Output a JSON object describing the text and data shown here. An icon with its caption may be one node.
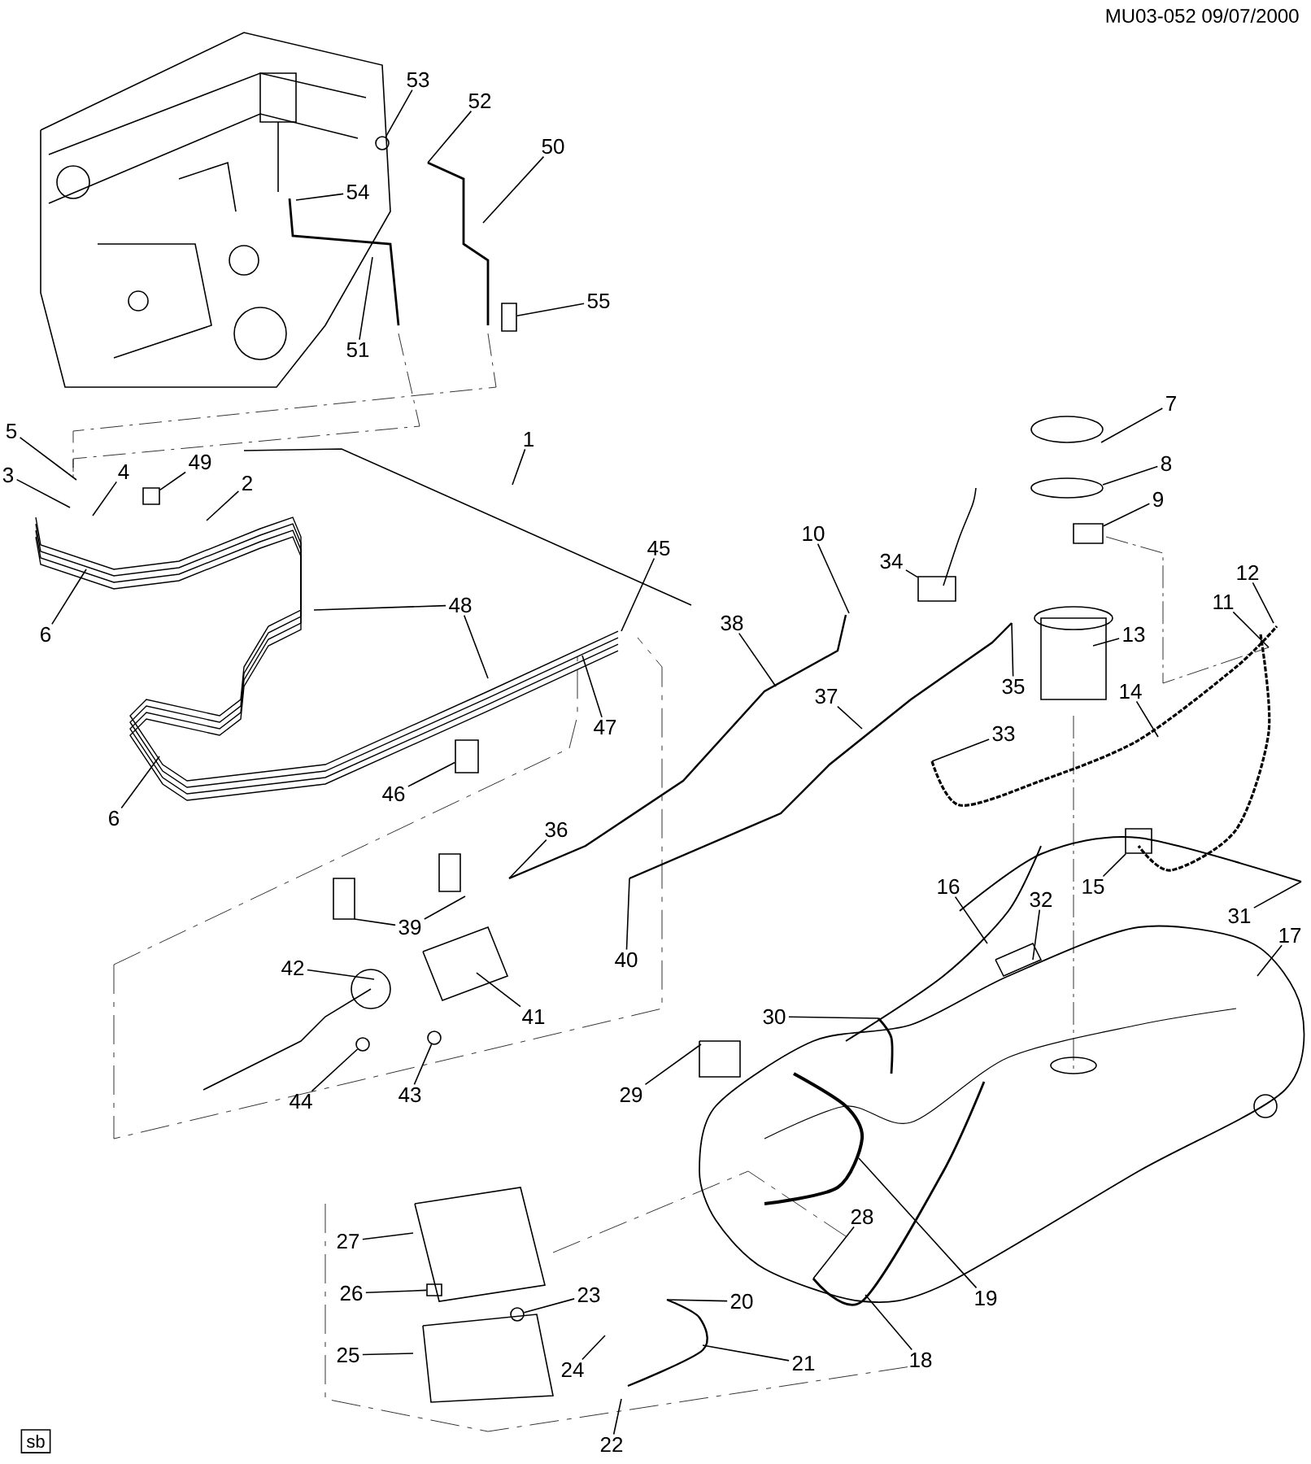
{
  "diagram": {
    "nodes": [
      {
        "text": [
          "53"
        ]
      },
      {
        "text": [
          "52"
        ]
      },
      {
        "text": [
          "50"
        ]
      },
      {
        "text": [
          "54"
        ]
      },
      {
        "text": [
          "55"
        ]
      },
      {
        "text": [
          "51"
        ]
      },
      {
        "text": [
          "7"
        ]
      },
      {
        "text": [
          "5"
        ]
      },
      {
        "text": [
          "1"
        ]
      },
      {
        "text": [
          "8"
        ]
      },
      {
        "text": [
          "4"
        ]
      },
      {
        "text": [
          "49"
        ]
      },
      {
        "text": [
          "3"
        ]
      },
      {
        "text": [
          "2"
        ]
      },
      {
        "text": [
          "9"
        ]
      },
      {
        "text": [
          "10"
        ]
      },
      {
        "text": [
          "45"
        ]
      },
      {
        "text": [
          "34"
        ]
      },
      {
        "text": [
          "12"
        ]
      },
      {
        "text": [
          "11"
        ]
      },
      {
        "text": [
          "48"
        ]
      },
      {
        "text": [
          "38"
        ]
      },
      {
        "text": [
          "13"
        ]
      },
      {
        "text": [
          "6"
        ]
      },
      {
        "text": [
          "35"
        ]
      },
      {
        "text": [
          "14"
        ]
      },
      {
        "text": [
          "37"
        ]
      },
      {
        "text": [
          "47"
        ]
      },
      {
        "text": [
          "33"
        ]
      },
      {
        "text": [
          "46"
        ]
      },
      {
        "text": [
          "6"
        ]
      },
      {
        "text": [
          "36"
        ]
      },
      {
        "text": [
          "16"
        ]
      },
      {
        "text": [
          "15"
        ]
      },
      {
        "text": [
          "32"
        ]
      },
      {
        "text": [
          "31"
        ]
      },
      {
        "text": [
          "39"
        ]
      },
      {
        "text": [
          "17"
        ]
      },
      {
        "text": [
          "40"
        ]
      },
      {
        "text": [
          "42"
        ]
      },
      {
        "text": [
          "41"
        ]
      },
      {
        "text": [
          "30"
        ]
      },
      {
        "text": [
          "29"
        ]
      },
      {
        "text": [
          "43"
        ]
      },
      {
        "text": [
          "44"
        ]
      },
      {
        "text": [
          "28"
        ]
      },
      {
        "text": [
          "27"
        ]
      },
      {
        "text": [
          "26"
        ]
      },
      {
        "text": [
          "23"
        ]
      },
      {
        "text": [
          "19"
        ]
      },
      {
        "text": [
          "20"
        ]
      },
      {
        "text": [
          "25"
        ]
      },
      {
        "text": [
          "24"
        ]
      },
      {
        "text": [
          "18"
        ]
      },
      {
        "text": [
          "21"
        ]
      },
      {
        "text": [
          "22"
        ]
      },
      {
        "text": [],
        "shape": "circle"
      },
      {
        "text": [],
        "shape": "box"
      },
      {
        "text": [],
        "shape": "box"
      },
      {
        "text": [],
        "shape": "box"
      },
      {
        "text": [],
        "shape": "box"
      },
      {
        "text": [],
        "shape": "box"
      },
      {
        "text": [],
        "shape": "box"
      },
      {
        "text": [],
        "shape": "circle"
      },
      {
        "text": [],
        "shape": "circle"
      },
      {
        "text": [],
        "shape": "box"
      },
      {
        "text": [],
        "shape": "circle"
      },
      {
        "text": [
          "sb"
        ]
      }
    ],
    "edges": [
      {
        "from": 0,
        "to": 56,
        "arrow": "none"
      },
      {
        "from": 1,
        "to": null,
        "arrow": "none"
      },
      {
        "from": 2,
        "to": null,
        "arrow": "none"
      },
      {
        "from": 3,
        "to": null,
        "arrow": "none"
      },
      {
        "from": 4,
        "to": 57,
        "arrow": "none"
      },
      {
        "from": 5,
        "to": null,
        "arrow": "none"
      },
      {
        "from": 6,
        "to": null,
        "arrow": "none"
      },
      {
        "from": 7,
        "to": null,
        "arrow": "none"
      },
      {
        "from": 8,
        "to": null,
        "arrow": "none"
      },
      {
        "from": 9,
        "to": null,
        "arrow": "none"
      },
      {
        "from": 10,
        "to": null,
        "arrow": "none"
      },
      {
        "from": 11,
        "to": 58,
        "arrow": "none"
      },
      {
        "from": 12,
        "to": null,
        "arrow": "none"
      },
      {
        "from": 13,
        "to": null,
        "arrow": "none"
      },
      {
        "from": 14,
        "to": 59,
        "arrow": "none"
      },
      {
        "from": 15,
        "to": null,
        "arrow": "none"
      },
      {
        "from": 16,
        "to": null,
        "arrow": "none"
      },
      {
        "from": 17,
        "to": 60,
        "arrow": "none"
      },
      {
        "from": 18,
        "to": null,
        "arrow": "none"
      },
      {
        "from": 19,
        "to": null,
        "arrow": "none"
      },
      {
        "from": 20,
        "to": null,
        "arrow": "none"
      },
      {
        "from": 20,
        "to": null,
        "arrow": "none"
      },
      {
        "from": 21,
        "to": null,
        "arrow": "none"
      },
      {
        "from": 22,
        "to": null,
        "arrow": "none"
      },
      {
        "from": 23,
        "to": null,
        "arrow": "none"
      },
      {
        "from": 24,
        "to": null,
        "arrow": "none"
      },
      {
        "from": 25,
        "to": null,
        "arrow": "none"
      },
      {
        "from": 26,
        "to": null,
        "arrow": "none"
      },
      {
        "from": 27,
        "to": null,
        "arrow": "none"
      },
      {
        "from": 28,
        "to": null,
        "arrow": "none"
      },
      {
        "from": 29,
        "to": 61,
        "arrow": "none"
      },
      {
        "from": 30,
        "to": null,
        "arrow": "none"
      },
      {
        "from": 31,
        "to": null,
        "arrow": "none"
      },
      {
        "from": 32,
        "to": null,
        "arrow": "none"
      },
      {
        "from": 33,
        "to": 62,
        "arrow": "none"
      },
      {
        "from": 34,
        "to": null,
        "arrow": "none"
      },
      {
        "from": 35,
        "to": null,
        "arrow": "none"
      },
      {
        "from": 36,
        "to": null,
        "arrow": "none"
      },
      {
        "from": 36,
        "to": null,
        "arrow": "none"
      },
      {
        "from": 37,
        "to": null,
        "arrow": "none"
      },
      {
        "from": 38,
        "to": null,
        "arrow": "none"
      },
      {
        "from": 39,
        "to": null,
        "arrow": "none"
      },
      {
        "from": 40,
        "to": null,
        "arrow": "none"
      },
      {
        "from": 41,
        "to": null,
        "arrow": "none"
      },
      {
        "from": 42,
        "to": null,
        "arrow": "none"
      },
      {
        "from": 43,
        "to": 64,
        "arrow": "none"
      },
      {
        "from": 44,
        "to": 63,
        "arrow": "none"
      },
      {
        "from": 45,
        "to": null,
        "arrow": "none"
      },
      {
        "from": 46,
        "to": null,
        "arrow": "none"
      },
      {
        "from": 47,
        "to": 65,
        "arrow": "none"
      },
      {
        "from": 48,
        "to": 66,
        "arrow": "none"
      },
      {
        "from": 49,
        "to": null,
        "arrow": "none"
      },
      {
        "from": 50,
        "to": null,
        "arrow": "none"
      },
      {
        "from": 51,
        "to": null,
        "arrow": "none"
      },
      {
        "from": 52,
        "to": null,
        "arrow": "none"
      },
      {
        "from": 53,
        "to": null,
        "arrow": "none"
      },
      {
        "from": 54,
        "to": null,
        "arrow": "none"
      },
      {
        "from": 55,
        "to": null,
        "arrow": "none"
      }
    ],
    "labels": [
      "MU03-052 09/07/2000"
    ]
  }
}
